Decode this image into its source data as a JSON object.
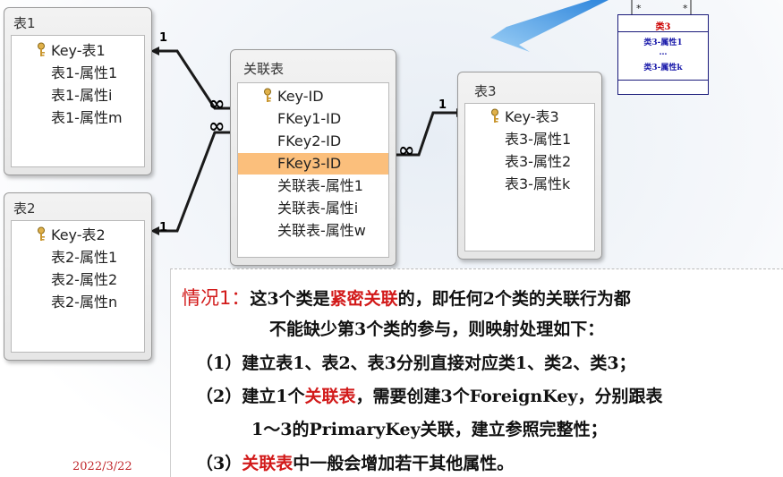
{
  "tables": {
    "t1": {
      "title": "表1",
      "fields": [
        "Key-表1",
        "表1-属性1",
        "表1-属性i",
        "表1-属性m"
      ]
    },
    "t2": {
      "title": "表2",
      "fields": [
        "Key-表2",
        "表2-属性1",
        "表2-属性2",
        "表2-属性n"
      ]
    },
    "assoc": {
      "title": "关联表",
      "fields": [
        "Key-ID",
        "FKey1-ID",
        "FKey2-ID",
        "FKey3-ID",
        "关联表-属性1",
        "关联表-属性i",
        "关联表-属性w"
      ]
    },
    "t3": {
      "title": "表3",
      "fields": [
        "Key-表3",
        "表3-属性1",
        "表3-属性2",
        "表3-属性k"
      ]
    }
  },
  "connectors": {
    "one": "1",
    "many": "∞"
  },
  "uml": {
    "star_left": "*",
    "star_right": "*",
    "class_name": "类3",
    "attr1": "类3-属性1",
    "ellipsis": "…",
    "attrk": "类3-属性k"
  },
  "text": {
    "l1_head": "情况1：",
    "l1_a": "这3个类是",
    "l1_red": "紧密关联",
    "l1_b": "的，即任何2个类的关联行为都",
    "l2": "不能缺少第3个类的参与，则映射处理如下：",
    "l3": "（1）建立表1、表2、表3分别直接对应类1、类2、类3；",
    "l4_a": "（2）建立1个",
    "l4_red": "关联表",
    "l4_b": "，需要创建3个ForeignKey，分别跟表",
    "l5": "1～3的PrimaryKey关联，建立参照完整性；",
    "l6_a": "（3）",
    "l6_red": "关联表",
    "l6_b": "中一般会增加若干其他属性。"
  },
  "date": "2022/3/22",
  "colors": {
    "highlight": "#fbbf7c",
    "accent_red": "#d21a1a",
    "arrow_blue": "#3a8fe0"
  }
}
